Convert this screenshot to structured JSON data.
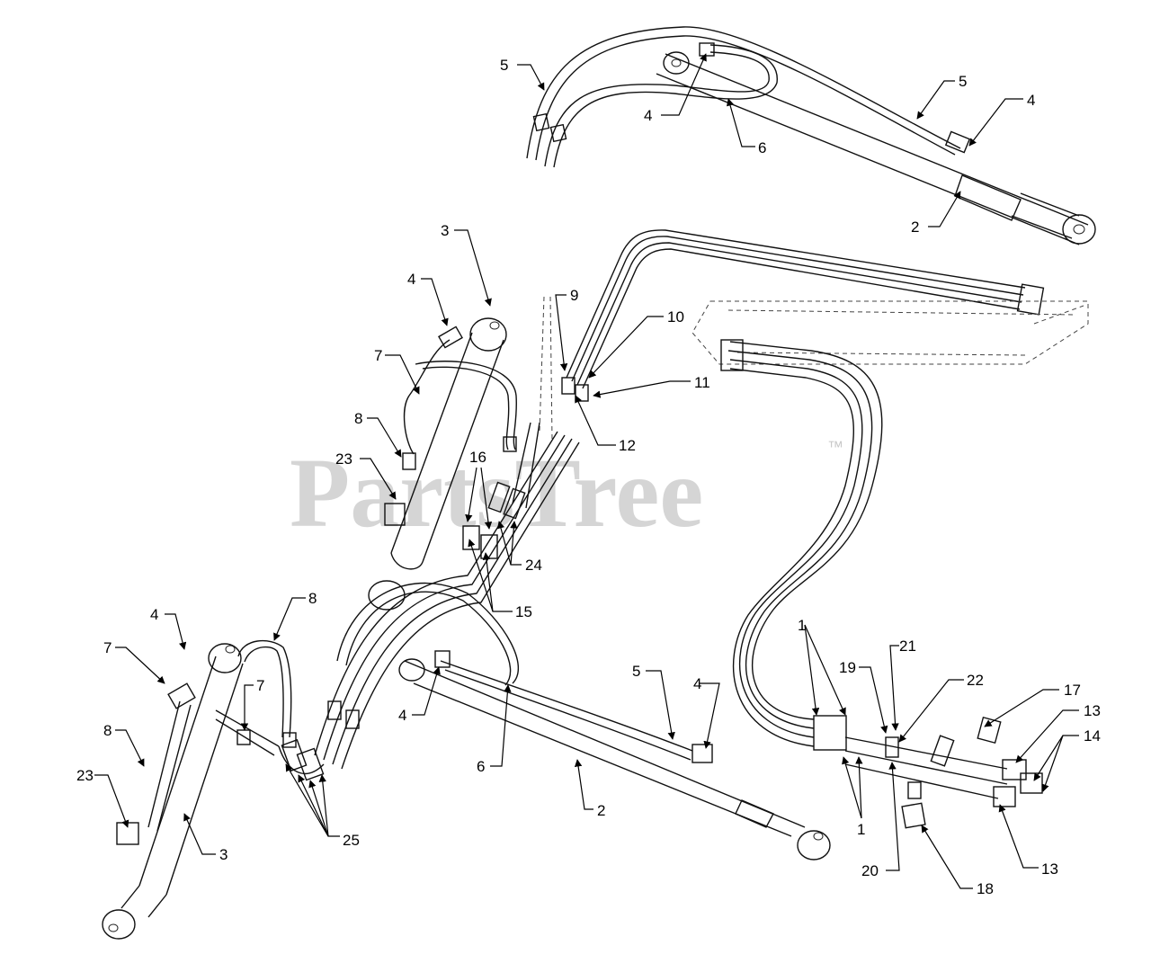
{
  "watermark": {
    "text": "PartsTree",
    "trademark": "™"
  },
  "callouts": [
    "1",
    "2",
    "3",
    "4",
    "5",
    "6",
    "7",
    "8",
    "9",
    "10",
    "11",
    "12",
    "13",
    "14",
    "15",
    "16",
    "17",
    "18",
    "19",
    "20",
    "21",
    "22",
    "23",
    "24",
    "25"
  ]
}
